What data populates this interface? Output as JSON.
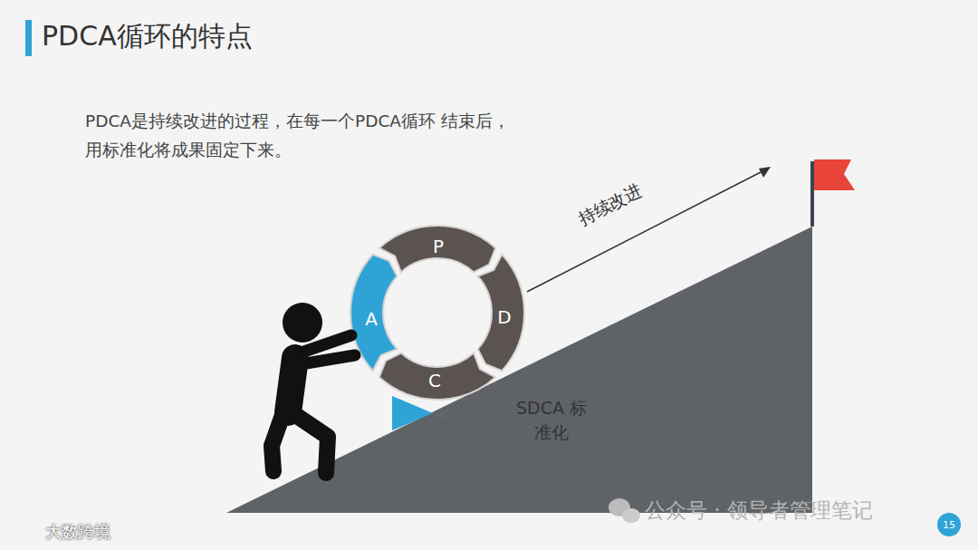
{
  "diagram": {
    "title": "PDCA循环的特点",
    "nodes": [
      {
        "text": [
          "P"
        ]
      },
      {
        "text": [
          "D"
        ]
      },
      {
        "text": [
          "C"
        ]
      },
      {
        "text": [
          "A"
        ]
      }
    ],
    "labels": [
      "PDCA是持续改进的过程，在每一个PDCA循环 结束后，用标准化将成果固定下来。",
      "持续改进",
      "SDCA 标准化",
      "公众号 · 领导者管理笔记",
      "大数跨境",
      "15"
    ]
  }
}
